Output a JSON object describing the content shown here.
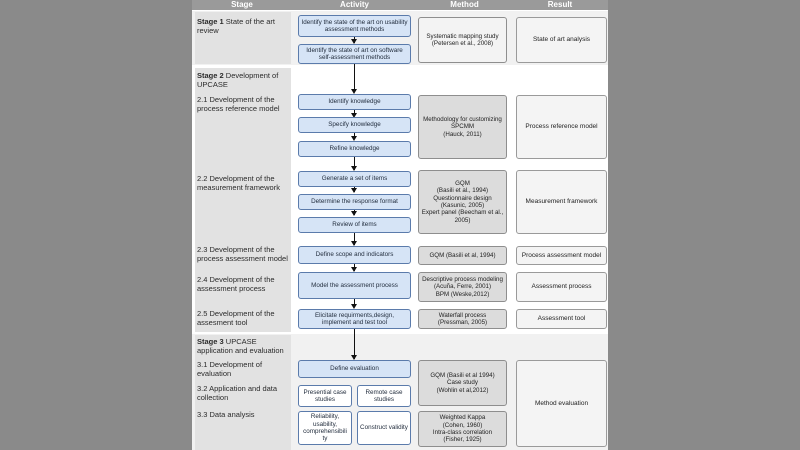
{
  "headers": {
    "stage": "Stage",
    "activity": "Activity",
    "method": "Method",
    "result": "Result"
  },
  "stages": {
    "s1_num": "Stage 1",
    "s1_text": "State of the art review",
    "s2_num": "Stage 2",
    "s2_text": "Development of UPCASE",
    "s21": "2.1 Development of the process reference model",
    "s22": "2.2 Development of the measurement framework",
    "s23": "2.3 Development of the process assessment model",
    "s24": "2.4 Development of the assessment process",
    "s25": "2.5 Development of the assesment tool",
    "s3_num": "Stage 3",
    "s3_text": "UPCASE application and evaluation",
    "s31": "3.1 Development of evaluation",
    "s32": "3.2 Application and data collection",
    "s33": "3.3 Data analysis"
  },
  "activities": {
    "a1": "Identify the state of the art on usability assessment methods",
    "a2": "Identify the state of art on software self-assessment methods",
    "a3": "Identify knowledge",
    "a4": "Specify knowledge",
    "a5": "Refine knowledge",
    "a6": "Generate a set of items",
    "a7": "Determine the response  format",
    "a8": "Review of items",
    "a9": "Define scope and indicators",
    "a10": "Model the assessment  process",
    "a11": "Elicitate requirments,design, implement and test tool",
    "a12": "Define evaluation",
    "a13": "Presential case studies",
    "a14": "Remote case studies",
    "a15": "Reliability, usability, comprehensibili ty",
    "a16": "Construct validity"
  },
  "methods": {
    "m1": "Systematic mapping study\n(Petersen et al., 2008)",
    "m2": "Methodology for customizing SPCMM\n(Hauck, 2011)",
    "m3": "GQM\n(Basili et al., 1994)\nQuestionnaire design\n(Kasunic, 2005)\nExpert panel (Beecham et al., 2005)",
    "m4": "GQM (Basili et al, 1994)",
    "m5": "Descriptive process modeling\n(Acuña, Ferre, 2001)\nBPM (Weske,2012)",
    "m6": "Waterfall process\n(Pressman, 2005)",
    "m7": "GQM (Basili et al 1994)\nCase study\n(Wohlin et al,2012)",
    "m8": "Weighted Kappa\n(Cohen, 1960)\nIntra-class correlation\n(Fisher, 1925)"
  },
  "results": {
    "r1": "State of art analysis",
    "r2": "Process reference model",
    "r3": "Measurement framework",
    "r4": "Process assessment model",
    "r5": "Assessment process",
    "r6": "Assessment tool",
    "r7": "Method evaluation"
  }
}
